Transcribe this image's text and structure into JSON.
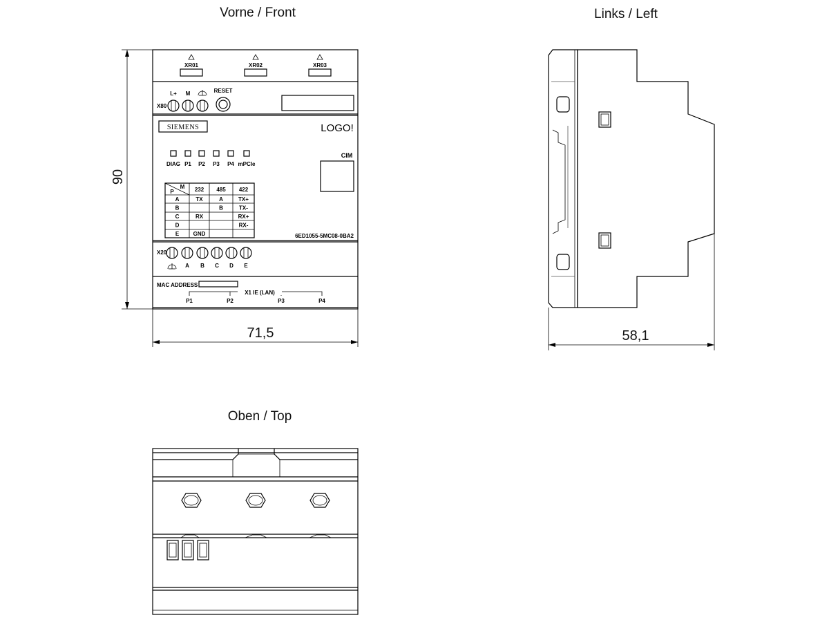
{
  "views": {
    "front": {
      "title": "Vorne / Front"
    },
    "left": {
      "title": "Links / Left"
    },
    "top": {
      "title": "Oben / Top"
    }
  },
  "dimensions": {
    "height": "90",
    "front_width": "71,5",
    "side_depth": "58,1"
  },
  "front_panel": {
    "relay_outputs": [
      "XR01",
      "XR02",
      "XR03"
    ],
    "power_connector": "X80",
    "power_terminals": [
      "L+",
      "M"
    ],
    "reset_label": "RESET",
    "brand": "SIEMENS",
    "product": "LOGO!",
    "module": "CIM",
    "leds": [
      "DIAG",
      "P1",
      "P2",
      "P3",
      "P4",
      "mPCIe"
    ],
    "serial_table": {
      "corner_top": "M",
      "corner_bottom": "P",
      "headers": [
        "232",
        "485",
        "422"
      ],
      "rows": [
        {
          "pin": "A",
          "c232": "TX",
          "c485": "A",
          "c422": "TX+"
        },
        {
          "pin": "B",
          "c232": "",
          "c485": "B",
          "c422": "TX-"
        },
        {
          "pin": "C",
          "c232": "RX",
          "c485": "",
          "c422": "RX+"
        },
        {
          "pin": "D",
          "c232": "",
          "c485": "",
          "c422": "RX-"
        },
        {
          "pin": "E",
          "c232": "GND",
          "c485": "",
          "c422": ""
        }
      ]
    },
    "order_number": "6ED1055-5MC08-0BA2",
    "serial_connector": "X20",
    "serial_terminals": [
      "A",
      "B",
      "C",
      "D",
      "E"
    ],
    "mac_label": "MAC ADDRESS",
    "lan_label": "X1 IE (LAN)",
    "lan_ports": [
      "P1",
      "P2",
      "P3",
      "P4"
    ]
  }
}
